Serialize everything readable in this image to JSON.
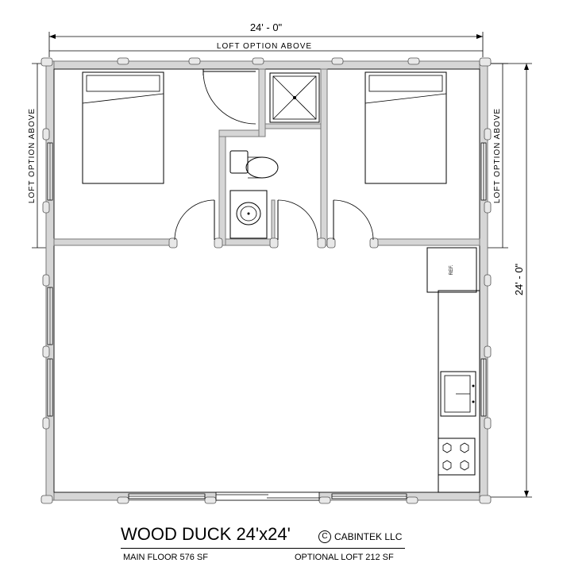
{
  "dimensions": {
    "top_width": "24' - 0\"",
    "right_depth": "24' - 0\""
  },
  "loft_labels": {
    "top": "LOFT OPTION ABOVE",
    "left": "LOFT OPTION ABOVE",
    "right": "LOFT OPTION ABOVE"
  },
  "fixtures": {
    "refrigerator": "REF."
  },
  "title_block": {
    "title": "WOOD DUCK 24'x24'",
    "copyright_symbol": "C",
    "company": "CABINTEK LLC",
    "main_floor": "MAIN FLOOR 576 SF",
    "optional_loft": "OPTIONAL LOFT  212 SF"
  }
}
